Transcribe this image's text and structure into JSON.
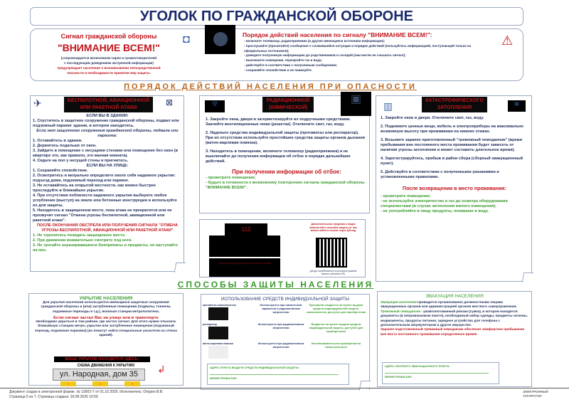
{
  "title": "УГОЛОК ПО ГРАЖДАНСКОЙ ОБОРОНЕ",
  "signal": {
    "label": "Сигнал гражданской обороны",
    "name": "\"ВНИМАНИЕ ВСЕМ!\"",
    "note1": "(сопровождается включением сирен и громкоговорителей",
    "note2": "с последующим доведением экстренной информации)",
    "warn1": "предупреждает население о возникновении непосредственной",
    "warn2": "опасности и необходимости принятия мер защиты.",
    "actions_title": "Порядок действий населения  по сигналу \"ВНИМАНИЕ ВСЕМ!\":",
    "actions": [
      "- включите телевизор, радиоприемник (и другие имеющиеся источники информации);",
      "- прослушайте (прочитайте) сообщение о сложившейся ситуации и порядке действий (пользуйтесь информацией, поступающей только из официальных источников);",
      "- доведите полученную информацию до родственников и соседей (они могли не слышать сигнал);",
      "- выключите освещение, перекройте газ и воду;",
      "- действуйте в соответствии с полученным сообщением;",
      "- сохраняйте спокойствие и не паникуйте."
    ]
  },
  "danger_heading": "ПОРЯДОК ДЕЙСТВИЙ НАСЕЛЕНИЯ ПРИ ОПАСНОСТИ",
  "attack": {
    "banner1": "БЕСПИЛОТНОЙ, АВИАЦИОННОЙ",
    "banner2": "ИЛИ РАКЕТНОЙ АТАКИ",
    "in_building": "ЕСЛИ ВЫ В ЗДАНИИ:",
    "b1": "1. Спуститесь в защитное сооружение гражданской обороны, подвал или подземный паркинг здания, в котором находитесь.",
    "no_shelter": "Если нет защитного сооружения гражданской обороны, подвала или паркинга:",
    "b_items": [
      "1. Оставайтесь в здании.",
      "2. Держитесь подальше от окон.",
      "3. Зайдите в помещение с несущими стенами или помещение без окон (в квартире это, как правило, это ванная комната).",
      "4. Сядьте на пол у несущей стены и пригнитесь."
    ],
    "outside": "ЕСЛИ ВЫ НА УЛИЦЕ:",
    "o_items": [
      "1. Сохраняйте спокойствие.",
      "2. Осмотритесь и визуально определите около себя надежное укрытие: подъезд дома, подземный переход или паркинг.",
      "3. Не оставайтесь на открытой местности, как можно быстрее проследуйте в ближайшее укрытие.",
      "4. При отсутствии поблизости надежного укрытия выберите любое углубление (выступ) на земле или бетонные конструкции и используйте их для защиты.",
      "5. Находитесь в защищенном месте, пока атака не прекратится или не прозвучит сигнал \"Отмена угрозы беспилотной, авиационной или ракетной атаки\"."
    ],
    "after": "ПОСЛЕ ОКОНЧАНИЯ ОБСТРЕЛА ИЛИ ПОЛУЧЕНИЯ СИГНАЛА \"ОТМЕНА УГРОЗЫ БЕСПИЛОТНОЙ, АВИАЦИОННОЙ ИЛИ РАКЕТНОЙ АТАКИ\"",
    "a_items": [
      "1. Не торопитесь покидать защищенное место.",
      "2. При движении внимательно смотрите под ноги.",
      "3. Не трогайте неразорвавшиеся боеприпасы и предметы, не наступайте на них."
    ]
  },
  "chem": {
    "banner1": "РАДИАЦИОННОЙ",
    "banner2": "(ХИМИЧЕСКОЙ)",
    "items": [
      "1. Закройте окна, двери и загерметизируйте их подручными средствами. Заклейте вентиляционные люки (решетки). Отключите свет, газ, воду.",
      "2. Наденьте средства индивидуальной защиты (противогаз или респиратор). При их отсутствии используйте простейшие средства защиты органов дыхания (ватно-марлевая повязка).",
      "3. Находитесь в помещении, включите телевизор (радиоприемник) и не выключайте до получения  информации об отбое и порядке дальнейших действий."
    ],
    "after_title": "При получении информации об отбое:",
    "after": [
      "- проветрите помещение;",
      "- будьте в готовности к возможному повторению сигнала  гражданской обороны \"ВНИМАНИЕ ВСЕМ!\"."
    ]
  },
  "flood": {
    "banner1": "КАТАСТРОФИЧЕСКОГО",
    "banner2": "ЗАТОПЛЕНИЯ",
    "items": [
      "1. Закройте окна и двери. Отключите свет, газ, воду.",
      "2. Поднимите ценные вещи, мебель и электроприборы на максимально возможную высоту при проживании на нижних этажах.",
      "3. Возьмите заранее приготовленный \"тревожный чемоданчик\" (время пребывания вне постоянного места проживания будет зависеть от наличия угрозы затопления и может составить длительное время).",
      "4. Зарегистрируйтесь, прибыв в район сбора (сборный эвакуационный пункт).",
      "5. Действуйте в соответствии с полученными указаниями и установленными правилами."
    ],
    "return_title": "После возвращения в место проживания:",
    "return": [
      "- проветрите помещение;",
      "- не используйте электричество и газ до осмотра оборудования специалистами (в случае затопления жилого помещения);",
      "- не употребляйте в пищу продукты, попавшие в воду."
    ]
  },
  "emergency": {
    "number": "112",
    "caption": "Единая дежурно-диспетчерская служба",
    "qr_text": "Дополнительные сведения о видах опасностей и способах защиты от них можно найти в ссылке через QR-код",
    "qr_note": "(ресурс определяется по решению органов власти субъекта РФ)"
  },
  "protection_heading": "СПОСОБЫ ЗАЩИТЫ НАСЕЛЕНИЯ",
  "shelter": {
    "title": "УКРЫТИЕ НАСЕЛЕНИЯ",
    "p1": "Для укрытия населения используются имеющиеся защитные сооружения гражданской обороны  и (или) заглубленные помещения (подвалы, тоннели, подземные переходы и т.д.), включая станции метрополитена.",
    "sub": "Если сигнал застал Вас на улице или в транспорте",
    "p2": "Необходимо укрыться в том районе, где застал сигнал. Для этого нужно отыскать ближайшую станцию метро, укрытие или заглубленное помещение (подземный переход, подземная парковка) (их помогут найти  специальные указатели на стенах зданий).",
    "here": "ВАШЕ УКРЫТИЕ НАХОДИТСЯ ЗДЕСЬ:",
    "scheme": "СХЕМА ДВИЖЕНИЯ К УКРЫТИЮ",
    "address": "ул. Народная, дом 35",
    "entrances": [
      "1",
      "2",
      "3"
    ]
  },
  "ppe": {
    "title": "ИСПОЛЬЗОВАНИЕ СРЕДСТВ ИНДИВИДУАЛЬНОЙ ЗАЩИТЫ",
    "rows": [
      {
        "items": "противогаз   самоспасатель",
        "use": "Используются при химическом заражении и радиоактивном загрязнении",
        "get": "Противогаз выдается на пункте выдачи средств индивидуальной защиты, самоспасатель доступен для приобретения"
      },
      {
        "items": "респиратор",
        "use": "Используется при радиоактивном загрязнении",
        "get": "Выдается на пункте выдачи средств индивидуальной защиты, доступен для приобретения"
      },
      {
        "items": "ватно-марлевая повязка",
        "use": "Используется при радиоактивном загрязнении",
        "get": "Изготавливается или приобретается самостоятельно"
      }
    ],
    "address_label": "АДРЕС ПУНКТА ВЫДАЧИ СРЕДСТВ ИНДИВИДУАЛЬНОЙ ЗАЩИТЫ:",
    "time_label": "ВРЕМЯ ПРИБЫТИЯ:"
  },
  "evac": {
    "title": "ЭВАКУАЦИЯ НАСЕЛЕНИЯ",
    "p1_term": "Эвакуация населения",
    "p1": " проводится организованно должностными лицами эвакуационных органов или администрацией органов местного самоуправления.",
    "p2_term": "Тревожный чемоданчик",
    "p2": " - укомплектованный рюкзак (сумка), в котором находятся: документы (в непромокаемом пакете), необходимый набор одежды, предметы гигиены, медикаменты, продукты питания, зарядное устройство для телефона с дополнительным аккумулятором и другое имущество.",
    "p3": "Заранее подготовленный тревожный чемоданчик обеспечит комфортное пребывание вне места постоянного проживания определенное время!",
    "address_label": "АДРЕС СБОРНОГО ЭВАКУАЦИОННОГО ПУНКТА:",
    "time_label": "ВРЕМЯ ПРИБЫТИЯ:"
  },
  "footer": {
    "line1": "Документ создан в электронной форме. № 13002-Т от 01.10.2025. Исполнитель: Опурин В.В.",
    "line2": "Страница 5 из 7. Страница создана: 30.09.2025 16:59",
    "logo": "ЭЛЕКТРОННЫЙ ТАТАРСТАН"
  },
  "colors": {
    "title": "#1a2a6c",
    "red": "#c0141c",
    "green": "#3a9a2e",
    "orange": "#b8651a"
  }
}
